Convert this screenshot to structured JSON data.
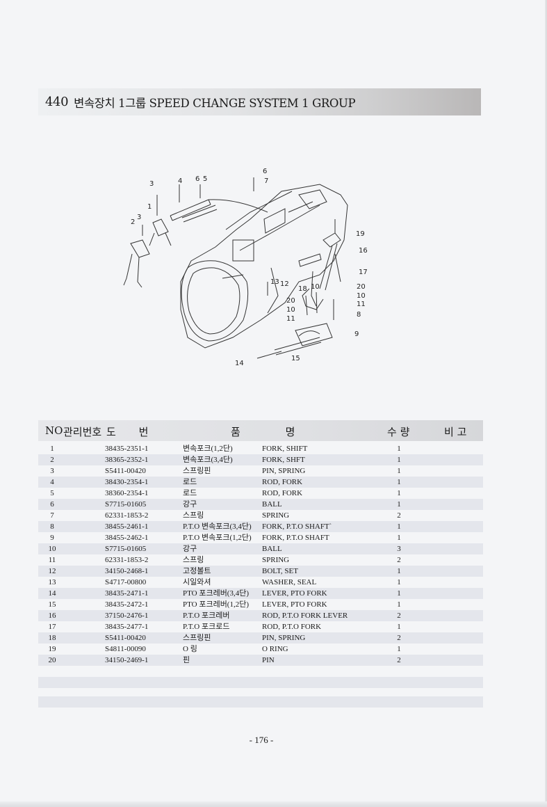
{
  "title": {
    "code": "440",
    "text": "변속장치 1그룹 SPEED CHANGE SYSTEM 1 GROUP"
  },
  "figure": {
    "callouts": [
      "1",
      "2",
      "3",
      "3",
      "4",
      "5",
      "6",
      "6",
      "7",
      "8",
      "9",
      "10",
      "10",
      "10",
      "11",
      "11",
      "12",
      "13",
      "14",
      "15",
      "16",
      "17",
      "18",
      "19",
      "20",
      "20"
    ]
  },
  "table": {
    "headers": {
      "no": "NO",
      "mgmt_no": "관리번호",
      "drawing": "도 번",
      "name": "품 명",
      "qty": "수 량",
      "remarks": "비 고"
    },
    "rows": [
      {
        "no": "1",
        "part": "38435-2351-1",
        "kr": "변속포크(1,2단)",
        "en": "FORK, SHIFT",
        "qty": "1"
      },
      {
        "no": "2",
        "part": "38365-2352-1",
        "kr": "변속포크(3,4단)",
        "en": "FORK, SHFT",
        "qty": "1"
      },
      {
        "no": "3",
        "part": "S5411-00420",
        "kr": "스프링핀",
        "en": "PIN, SPRING",
        "qty": "1"
      },
      {
        "no": "4",
        "part": "38430-2354-1",
        "kr": "로드",
        "en": "ROD, FORK",
        "qty": "1"
      },
      {
        "no": "5",
        "part": "38360-2354-1",
        "kr": "로드",
        "en": "ROD, FORK",
        "qty": "1"
      },
      {
        "no": "6",
        "part": "S7715-01605",
        "kr": "강구",
        "en": "BALL",
        "qty": "1"
      },
      {
        "no": "7",
        "part": "62331-1853-2",
        "kr": "스프링",
        "en": "SPRING",
        "qty": "2"
      },
      {
        "no": "8",
        "part": "38455-2461-1",
        "kr": "P.T.O 변속포크(3,4단)",
        "en": "FORK, P.T.O SHAFT`",
        "qty": "1"
      },
      {
        "no": "9",
        "part": "38455-2462-1",
        "kr": "P.T.O 변속포크(1,2단)",
        "en": "FORK, P.T.O SHAFT",
        "qty": "1"
      },
      {
        "no": "10",
        "part": "S7715-01605",
        "kr": "강구",
        "en": "BALL",
        "qty": "3"
      },
      {
        "no": "11",
        "part": "62331-1853-2",
        "kr": "스프링",
        "en": "SPRING",
        "qty": "2"
      },
      {
        "no": "12",
        "part": "34150-2468-1",
        "kr": "고정볼트",
        "en": "BOLT, SET",
        "qty": "1"
      },
      {
        "no": "13",
        "part": "S4717-00800",
        "kr": "시일와셔",
        "en": "WASHER, SEAL",
        "qty": "1"
      },
      {
        "no": "14",
        "part": "38435-2471-1",
        "kr": "PTO 포크레버(3,4단)",
        "en": "LEVER, PTO FORK",
        "qty": "1"
      },
      {
        "no": "15",
        "part": "38435-2472-1",
        "kr": "PTO 포크레버(1,2단)",
        "en": "LEVER, PTO FORK",
        "qty": "1"
      },
      {
        "no": "16",
        "part": "37150-2476-1",
        "kr": "P.T.O 포크레버",
        "en": "ROD, P.T.O FORK LEVER",
        "qty": "2"
      },
      {
        "no": "17",
        "part": "38435-2477-1",
        "kr": "P.T.O 포크로드",
        "en": "ROD, P.T.O FORK",
        "qty": "1"
      },
      {
        "no": "18",
        "part": "S5411-00420",
        "kr": "스프링핀",
        "en": "PIN, SPRING",
        "qty": "2"
      },
      {
        "no": "19",
        "part": "S4811-00090",
        "kr": "O 링",
        "en": "O RING",
        "qty": "1"
      },
      {
        "no": "20",
        "part": "34150-2469-1",
        "kr": "핀",
        "en": "PIN",
        "qty": "2"
      }
    ]
  },
  "page_number": "- 176 -"
}
